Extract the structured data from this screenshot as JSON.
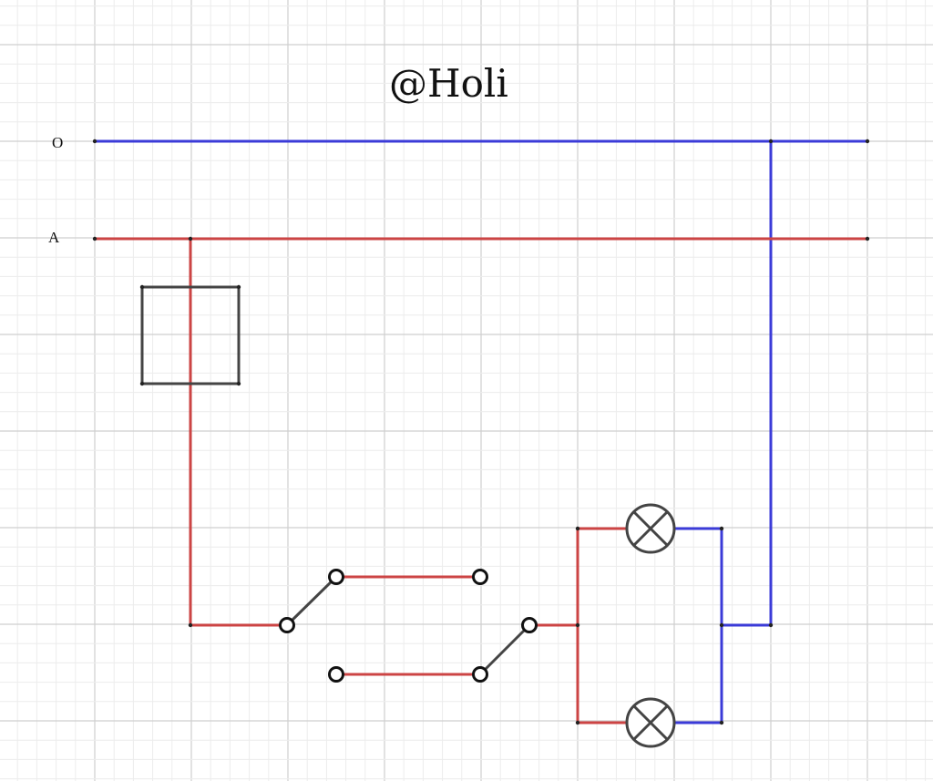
{
  "watermark": "@Holi",
  "rails": [
    {
      "label": "O",
      "color": "#3b3bd8"
    },
    {
      "label": "A",
      "color": "#cc4444"
    }
  ],
  "colors": {
    "live": "#cc4444",
    "neutral": "#3b3bd8",
    "component": "#444444",
    "grid_major": "#cfcfcf",
    "grid_minor": "#ececec"
  },
  "components": {
    "box": "square-box",
    "switches": [
      "two-way-switch",
      "two-way-switch"
    ],
    "lamps": [
      "lamp-icon",
      "lamp-icon"
    ]
  }
}
